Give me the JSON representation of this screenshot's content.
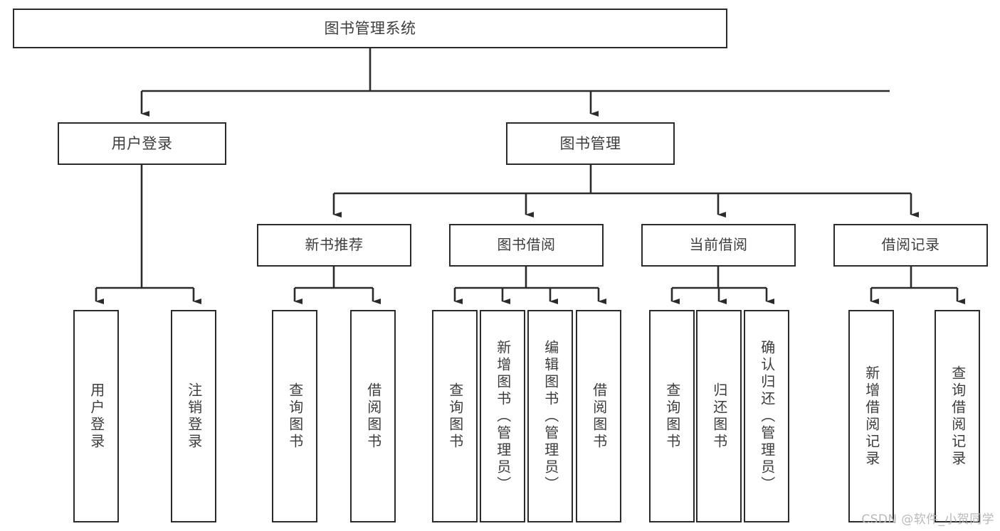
{
  "diagram": {
    "type": "tree",
    "title": "图书管理系统",
    "watermark": "CSDN @软件_小贺同学",
    "colors": {
      "box_border": "#2b2b2b",
      "box_fill": "#ffffff",
      "connector": "#2b2b2b",
      "text": "#3d3d3d",
      "watermark": "#b9b9b9",
      "background": "#ffffff"
    },
    "nodes": {
      "root": {
        "label": "图书管理系统"
      },
      "level1": [
        {
          "id": "user-login",
          "label": "用户登录"
        },
        {
          "id": "book-manage",
          "label": "图书管理"
        }
      ],
      "level2": [
        {
          "id": "new-book-recommend",
          "label": "新书推荐",
          "parent": "book-manage"
        },
        {
          "id": "book-borrow",
          "label": "图书借阅",
          "parent": "book-manage"
        },
        {
          "id": "current-borrow",
          "label": "当前借阅",
          "parent": "book-manage"
        },
        {
          "id": "borrow-record",
          "label": "借阅记录",
          "parent": "book-manage"
        }
      ],
      "leaves": [
        {
          "id": "leaf-user-login",
          "label": "用户登录",
          "parent": "user-login"
        },
        {
          "id": "leaf-user-logout",
          "label": "注销登录",
          "parent": "user-login"
        },
        {
          "id": "leaf-query-book-1",
          "label": "查询图书",
          "parent": "new-book-recommend"
        },
        {
          "id": "leaf-borrow-book-1",
          "label": "借阅图书",
          "parent": "new-book-recommend"
        },
        {
          "id": "leaf-query-book-2",
          "label": "查询图书",
          "parent": "book-borrow"
        },
        {
          "id": "leaf-add-book",
          "label": "新增图书（管理员）",
          "parent": "book-borrow"
        },
        {
          "id": "leaf-edit-book",
          "label": "编辑图书（管理员）",
          "parent": "book-borrow"
        },
        {
          "id": "leaf-borrow-book-2",
          "label": "借阅图书",
          "parent": "book-borrow"
        },
        {
          "id": "leaf-query-book-3",
          "label": "查询图书",
          "parent": "current-borrow"
        },
        {
          "id": "leaf-return-book",
          "label": "归还图书",
          "parent": "current-borrow"
        },
        {
          "id": "leaf-confirm-return",
          "label": "确认归还（管理员）",
          "parent": "current-borrow"
        },
        {
          "id": "leaf-add-record",
          "label": "新增借阅记录",
          "parent": "borrow-record"
        },
        {
          "id": "leaf-query-record",
          "label": "查询借阅记录",
          "parent": "borrow-record"
        }
      ]
    }
  }
}
